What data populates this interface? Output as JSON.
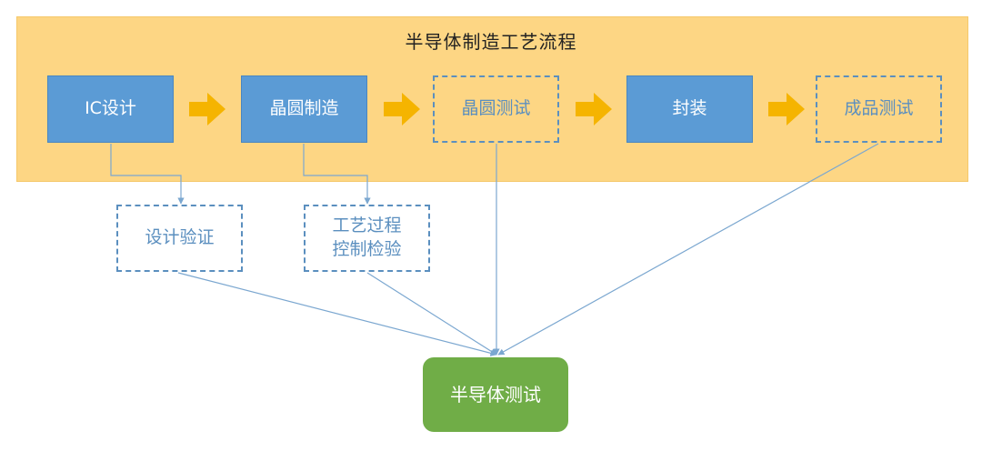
{
  "diagram": {
    "title": "半导体制造工艺流程",
    "colors": {
      "band": "#fdd684",
      "process_box": "#5b9bd5",
      "dashed_box": "#5b8fbf",
      "arrow": "#f5b400",
      "result_box": "#70ad47",
      "connector": "#7ba7d0"
    },
    "process_steps": [
      {
        "label": "IC设计",
        "style": "solid"
      },
      {
        "label": "晶圆制造",
        "style": "solid"
      },
      {
        "label": "晶圆测试",
        "style": "dashed"
      },
      {
        "label": "封装",
        "style": "solid"
      },
      {
        "label": "成品测试",
        "style": "dashed"
      }
    ],
    "checks": [
      {
        "label": "设计验证"
      },
      {
        "label": "工艺过程\n控制检验"
      }
    ],
    "result": {
      "label": "半导体测试"
    }
  }
}
